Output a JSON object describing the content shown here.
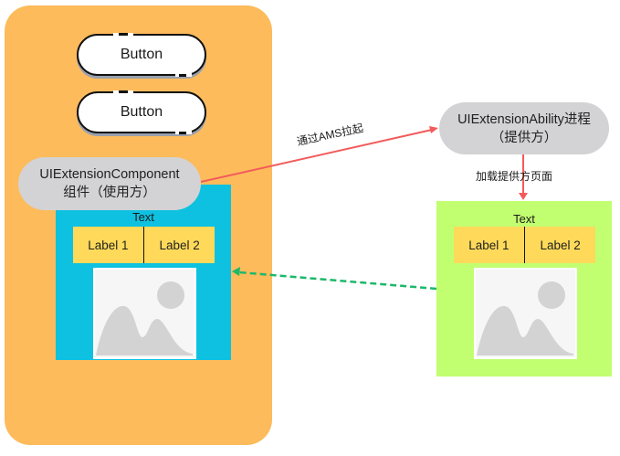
{
  "diagram": {
    "colors": {
      "host_panel": "#FDBB5B",
      "user_component_panel": "#0EC1E0",
      "provider_panel": "#C1FF70",
      "label_row": "#FFDA5A",
      "pill": "#D3D3D5",
      "launch_arrow": "#F25B5B",
      "render_arrow": "#1DB86A"
    },
    "host": {
      "buttons": [
        {
          "label": "Button"
        },
        {
          "label": "Button"
        }
      ],
      "component_pill": {
        "line1": "UIExtensionComponent",
        "line2": "组件（使用方）"
      },
      "embedded_view": {
        "title": "Text",
        "labels": [
          "Label 1",
          "Label 2"
        ],
        "image_icon": "image-placeholder-icon"
      }
    },
    "provider": {
      "ability_pill": {
        "line1": "UIExtensionAbility进程",
        "line2": "（提供方）"
      },
      "page_view": {
        "title": "Text",
        "labels": [
          "Label 1",
          "Label 2"
        ],
        "image_icon": "image-placeholder-icon"
      }
    },
    "edges": {
      "launch": {
        "label": "通过AMS拉起",
        "style": "solid"
      },
      "load_page": {
        "label": "加载提供方页面",
        "style": "solid"
      },
      "render_back": {
        "label": "",
        "style": "dashed"
      }
    }
  }
}
